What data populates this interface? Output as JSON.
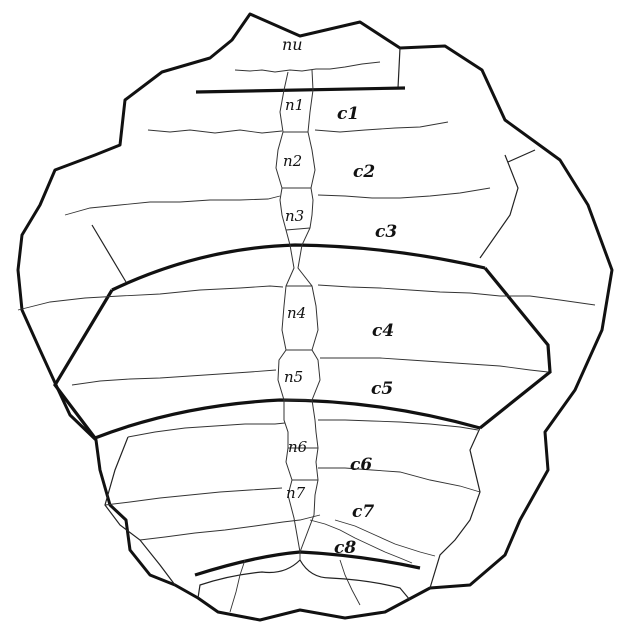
{
  "labels": {
    "nuchal": "nu",
    "neurals": [
      "n1",
      "n2",
      "n3",
      "n4",
      "n5",
      "n6",
      "n7"
    ],
    "costals": [
      "c1",
      "c2",
      "c3",
      "c4",
      "c5",
      "c6",
      "c7",
      "c8"
    ]
  }
}
